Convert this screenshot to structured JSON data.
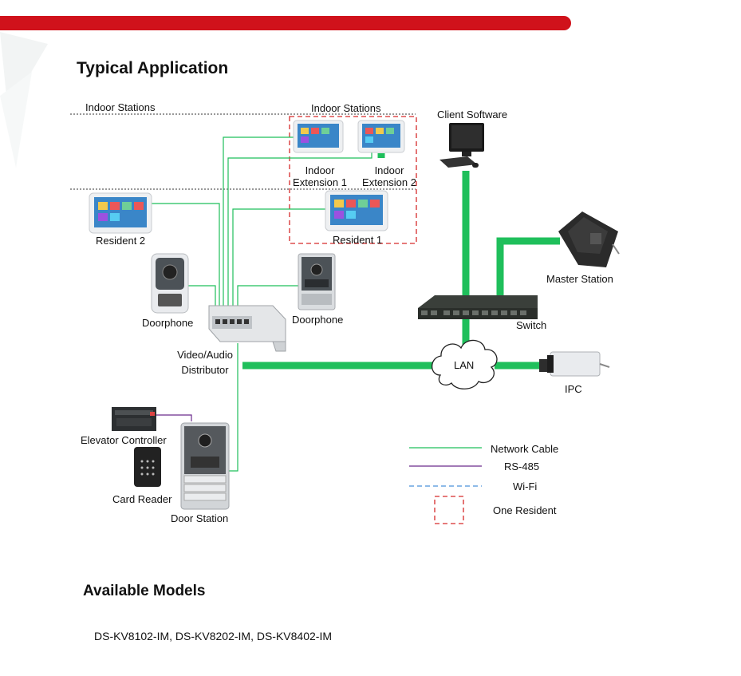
{
  "colors": {
    "brand_red": "#d0121b",
    "network_cable": "#1fbf5b",
    "rs485": "#6a2a8c",
    "wifi": "#4a90d9",
    "one_resident": "#d62a2a"
  },
  "headings": {
    "typical_application": "Typical Application",
    "available_models": "Available Models"
  },
  "models_text": "DS-KV8102-IM, DS-KV8202-IM, DS-KV8402-IM",
  "diagram": {
    "indoor_stations_left": "Indoor Stations",
    "indoor_stations_box": "Indoor Stations",
    "client_software": "Client Software",
    "indoor_ext1_line1": "Indoor",
    "indoor_ext1_line2": "Extension 1",
    "indoor_ext2_line1": "Indoor",
    "indoor_ext2_line2": "Extension 2",
    "resident1": "Resident 1",
    "resident2": "Resident 2",
    "doorphone_left": "Doorphone",
    "doorphone_right": "Doorphone",
    "master_station": "Master Station",
    "switch": "Switch",
    "distributor_line1": "Video/Audio",
    "distributor_line2": "Distributor",
    "lan": "LAN",
    "ipc": "IPC",
    "elevator_controller": "Elevator Controller",
    "card_reader": "Card Reader",
    "door_station": "Door Station"
  },
  "legend": {
    "network_cable": "Network Cable",
    "rs485": "RS-485",
    "wifi": "Wi-Fi",
    "one_resident": "One Resident"
  },
  "icons": [
    "monitor-icon",
    "indoor-station-icon",
    "doorphone-icon",
    "master-station-icon",
    "switch-icon",
    "cloud-icon",
    "camera-icon",
    "elevator-controller-icon",
    "card-reader-icon",
    "door-station-icon",
    "distributor-icon"
  ]
}
